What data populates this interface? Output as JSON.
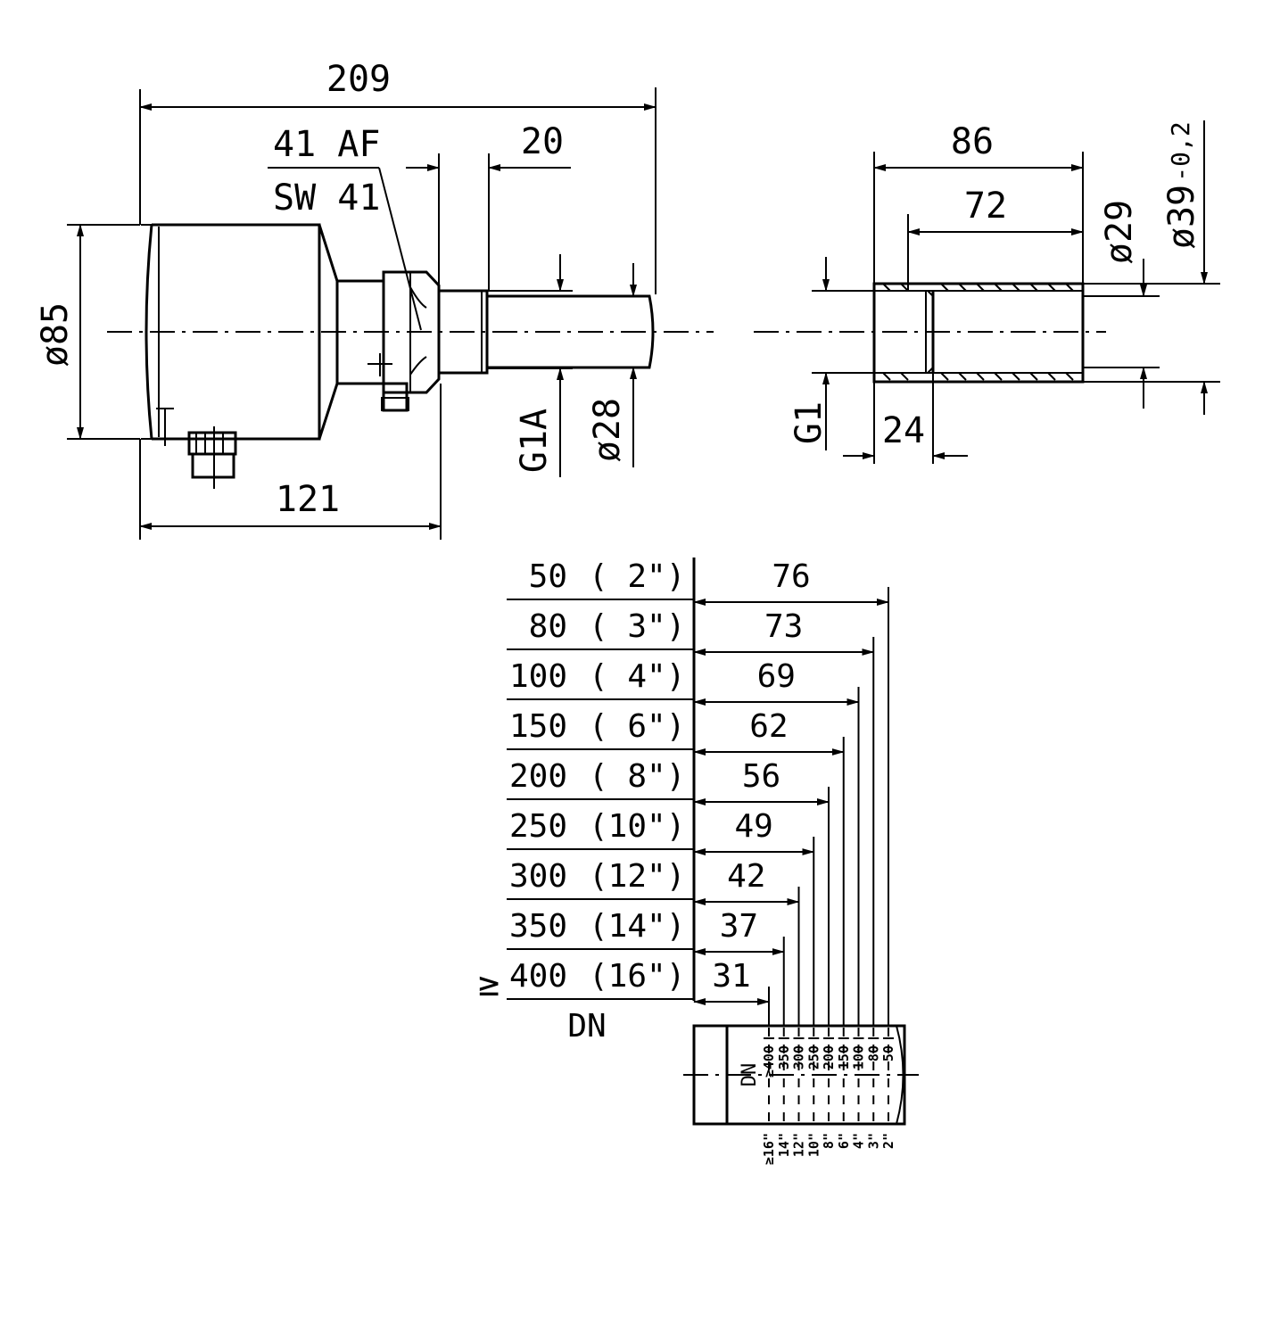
{
  "sensor_view": {
    "overall_length": "209",
    "wrench_size_en": "41 AF",
    "wrench_size_de": "SW 41",
    "thread_length": "20",
    "housing_diameter": "ø85",
    "housing_length": "121",
    "thread": "G1A",
    "probe_diameter": "ø28"
  },
  "weld_socket_view": {
    "length": "86",
    "bore_length": "72",
    "inner_diameter": "ø29",
    "outer_diameter": "ø39",
    "outer_tolerance": "-0,2",
    "thread": "G1",
    "thread_length": "24"
  },
  "insertion_table": {
    "column_header": "DN",
    "ge_symbol": "≥",
    "rows": [
      {
        "dn": "50",
        "inch": "( 2\")",
        "depth": "76"
      },
      {
        "dn": "80",
        "inch": "( 3\")",
        "depth": "73"
      },
      {
        "dn": "100",
        "inch": "( 4\")",
        "depth": "69"
      },
      {
        "dn": "150",
        "inch": "( 6\")",
        "depth": "62"
      },
      {
        "dn": "200",
        "inch": "( 8\")",
        "depth": "56"
      },
      {
        "dn": "250",
        "inch": "(10\")",
        "depth": "49"
      },
      {
        "dn": "300",
        "inch": "(12\")",
        "depth": "42"
      },
      {
        "dn": "350",
        "inch": "(14\")",
        "depth": "37"
      },
      {
        "dn": "400",
        "inch": "(16\")",
        "depth": "31"
      }
    ]
  },
  "scale_marking": {
    "label": "DN",
    "dn_marks": [
      "≥400",
      "350",
      "300",
      "250",
      "200",
      "150",
      "100",
      "80",
      "50"
    ],
    "inch_marks": [
      "≥16\"",
      "14\"",
      "12\"",
      "10\"",
      "8\"",
      "6\"",
      "4\"",
      "3\"",
      "2\""
    ]
  }
}
